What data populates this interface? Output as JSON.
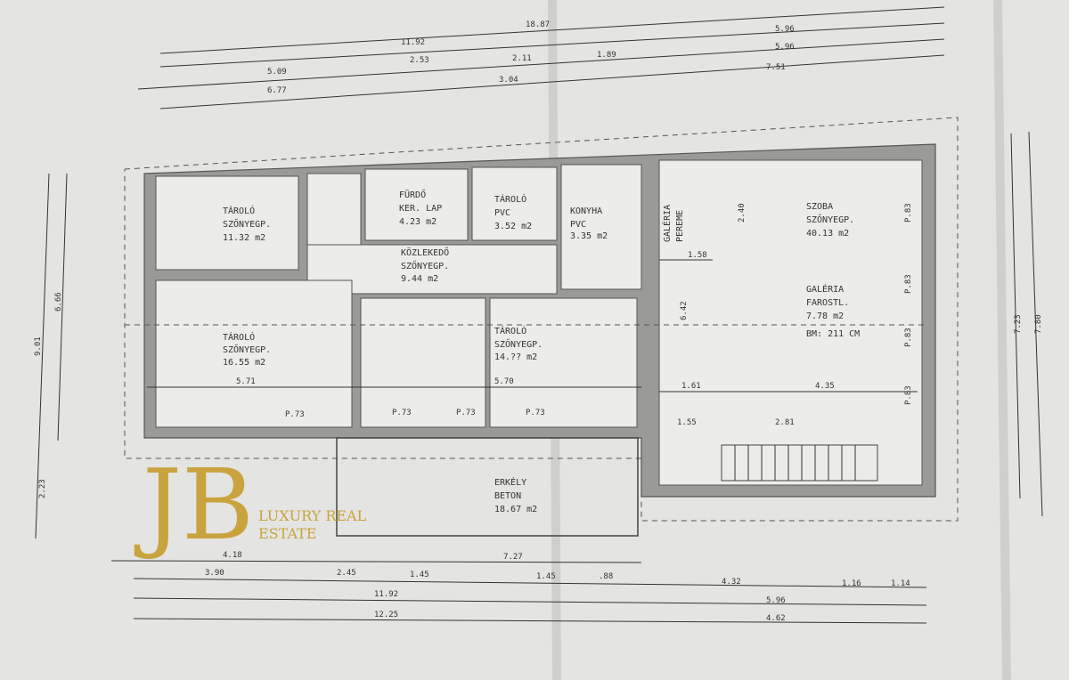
{
  "rooms": {
    "storage1": {
      "name": "TÁROLÓ",
      "floor": "SZŐNYEGP.",
      "area": "11.32 m2"
    },
    "bath": {
      "name": "FÜRDŐ",
      "floor": "KER. LAP",
      "area": "4.23 m2"
    },
    "storage2": {
      "name": "TÁROLÓ",
      "floor": "PVC",
      "area": "3.52 m2"
    },
    "kitchen": {
      "name": "KONYHA",
      "floor": "PVC",
      "area": "3.35 m2"
    },
    "hall": {
      "name": "KÖZLEKEDŐ",
      "floor": "SZŐNYEGP.",
      "area": "9.44 m2"
    },
    "storage3": {
      "name": "TÁROLÓ",
      "floor": "SZŐNYEGP.",
      "area": "16.55 m2"
    },
    "storage4": {
      "name": "TÁROLÓ",
      "floor": "SZŐNYEGP.",
      "area": "14.?? m2"
    },
    "room": {
      "name": "SZOBA",
      "floor": "SZŐNYEGP.",
      "area": "40.13 m2"
    },
    "gallery": {
      "name": "GALÉRIA",
      "floor": "FAROSTL.",
      "area": "7.78 m2",
      "height": "BM: 211 CM"
    },
    "gallery_edge": {
      "line1": "GALÉRIA",
      "line2": "PEREME"
    },
    "balcony": {
      "name": "ERKÉLY",
      "floor": "BETON",
      "area": "18.67 m2"
    }
  },
  "dimensions": {
    "top": [
      "18.87",
      "11.92",
      "5.96",
      "5.96",
      "5.09",
      "2.53",
      "2.11",
      "1.89",
      "6.77",
      "3.04",
      "7.51"
    ],
    "bottom": [
      "4.18",
      "7.27",
      "3.90",
      "2.45",
      "1.45",
      "1.45",
      ".88",
      "4.32",
      "1.16",
      "1.14",
      "11.92",
      "5.96",
      "12.25",
      "4.62"
    ],
    "left": [
      "9.01",
      "6.66",
      "2.23"
    ],
    "right": [
      "7.23",
      "7.80"
    ],
    "inner": [
      "1.58",
      "2.40",
      "6.42",
      "1.61",
      "4.35",
      "5.71",
      "5.70",
      "2.81",
      "1.55"
    ],
    "windows": [
      "P.73",
      "P.73",
      "P.73",
      "P.73",
      "P.83",
      "P.83",
      "P.83",
      "P.83"
    ]
  },
  "watermark": {
    "logo": "JB",
    "line1": "LUXURY REAL",
    "line2": "ESTATE"
  }
}
